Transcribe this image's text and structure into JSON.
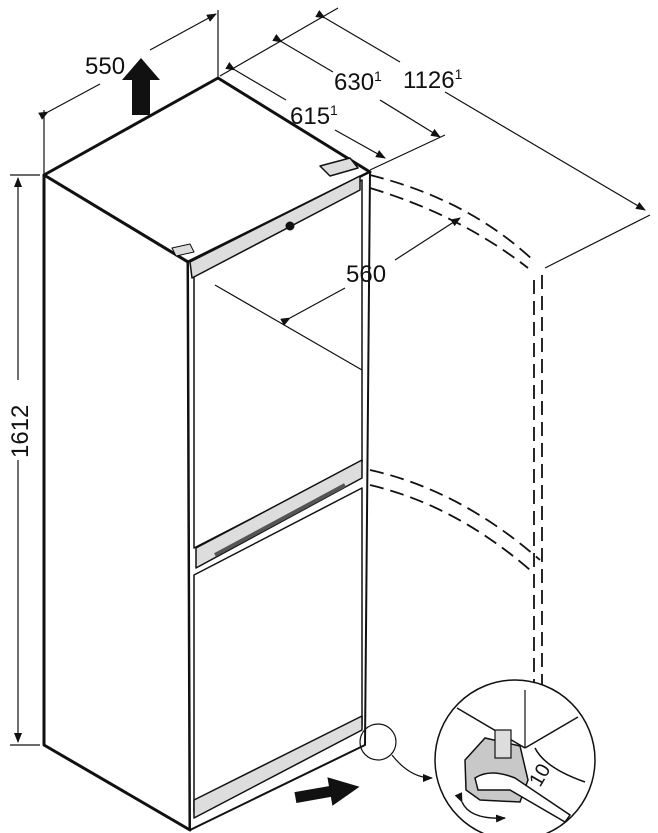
{
  "diagram": {
    "dimensions": {
      "width": "550",
      "depth_door_open": "1126",
      "depth_with_handle": "630",
      "depth": "615",
      "door_inner": "560",
      "height": "1612",
      "footnote_mark": "1"
    },
    "wrench_size": "10",
    "colors": {
      "line": "#111111",
      "fill": "#ffffff",
      "nut": "#c8c8c8"
    }
  }
}
